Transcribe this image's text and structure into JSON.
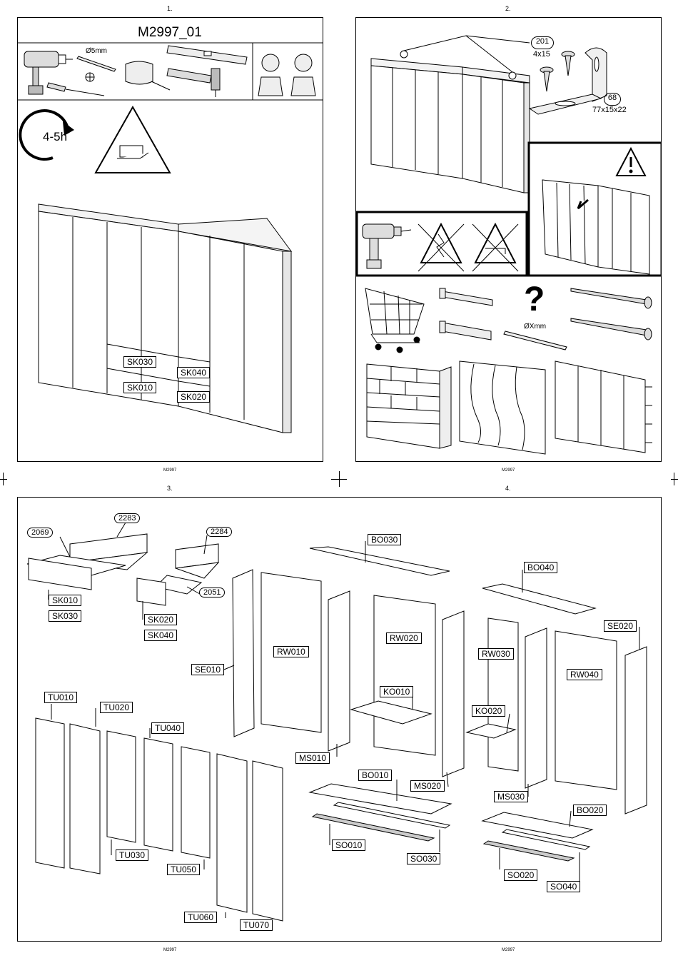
{
  "pages": [
    {
      "number": "1.",
      "footer": "M2997"
    },
    {
      "number": "2.",
      "footer": "M2997"
    },
    {
      "number": "3.",
      "footer": "M2997"
    },
    {
      "number": "4.",
      "footer": "M2997"
    }
  ],
  "page1": {
    "title": "M2997_01",
    "drill_bit_label": "Ø5mm",
    "time_label": "4-5h",
    "drawer_labels": [
      "SK030",
      "SK040",
      "SK010",
      "SK020"
    ]
  },
  "page2": {
    "screw_small": {
      "code": "201",
      "size": "4x15"
    },
    "bracket": {
      "code": "68",
      "size": "77x15x22"
    },
    "drill_bit_label": "ØXmm",
    "question_mark": "?"
  },
  "parts": {
    "drawers": [
      "2283",
      "2069",
      "2284",
      "2051",
      "SK010",
      "SK030",
      "SK020",
      "SK040"
    ],
    "panels": [
      "BO030",
      "BO040",
      "SE020",
      "RW010",
      "RW020",
      "RW030",
      "RW040",
      "SE010",
      "KO010",
      "KO020",
      "MS010",
      "MS020",
      "MS030",
      "BO010",
      "BO020",
      "SO010",
      "SO030",
      "SO020",
      "SO040"
    ],
    "doors": [
      "TU010",
      "TU020",
      "TU040",
      "TU030",
      "TU050",
      "TU060",
      "TU070"
    ]
  },
  "colors": {
    "line": "#000000",
    "background": "#ffffff",
    "gray": "#cccccc"
  }
}
